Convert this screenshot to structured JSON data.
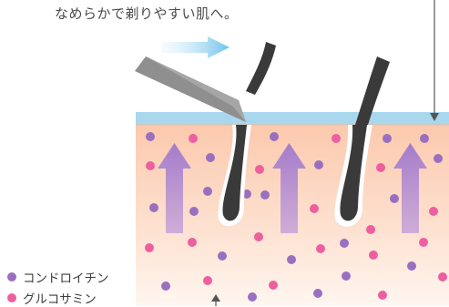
{
  "caption": "なめらかで剃りやすい肌へ。",
  "legend": [
    {
      "label": "コンドロイチン",
      "color": "#9a6fc0"
    },
    {
      "label": "グルコサミン",
      "color": "#ee5fa0"
    }
  ],
  "colors": {
    "skin_top": "#fbd0b8",
    "skin_bottom": "#fff2e8",
    "water_layer": "#a9d7ee",
    "up_arrow": "#b58fd0",
    "hair": "#3a3a3a",
    "razor": "#8f8f8f",
    "motion_arrow": "#7ecbef"
  }
}
